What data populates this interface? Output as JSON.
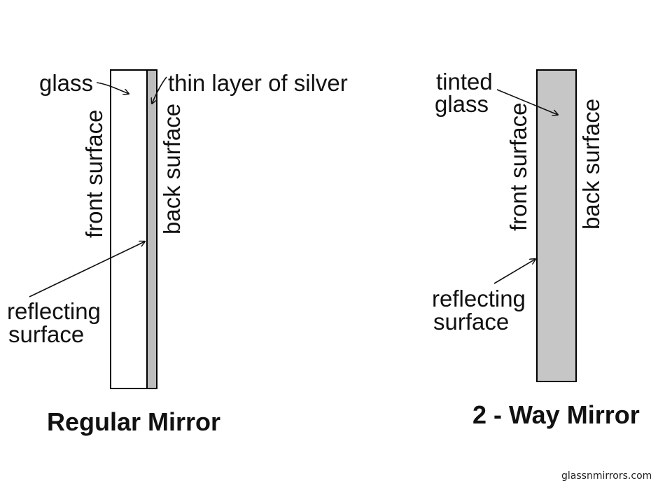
{
  "colors": {
    "background": "#ffffff",
    "outline": "#000000",
    "glass_clear": "#ffffff",
    "silver_layer": "#bdbdbd",
    "tinted_glass": "#c6c6c6",
    "text": "#111111"
  },
  "regular_mirror": {
    "title": "Regular Mirror",
    "glass_label": "glass",
    "silver_label": "thin layer of silver",
    "front_label": "front surface",
    "back_label": "back surface",
    "reflecting_label_line1": "reflecting",
    "reflecting_label_line2": "surface"
  },
  "two_way_mirror": {
    "title": "2 - Way Mirror",
    "tinted_label_line1": "tinted",
    "tinted_label_line2": "glass",
    "front_label": "front surface",
    "back_label": "back surface",
    "reflecting_label_line1": "reflecting",
    "reflecting_label_line2": "surface"
  },
  "watermark": "glassnmirrors.com"
}
